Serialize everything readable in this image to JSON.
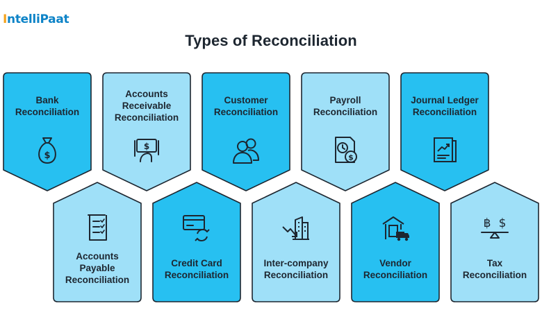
{
  "brand": {
    "logo_accent": "I",
    "logo_rest": "ntelliPaat"
  },
  "title": "Types of Reconciliation",
  "colors": {
    "dark_fill": "#27c0f1",
    "light_fill": "#9fe0f8",
    "stroke": "#1d2630"
  },
  "top_row": [
    {
      "label_lines": [
        "Bank",
        "Reconciliation"
      ],
      "icon": "money-bag-icon",
      "tone": "dark"
    },
    {
      "label_lines": [
        "Accounts",
        "Receivable",
        "Reconciliation"
      ],
      "icon": "cash-in-hand-icon",
      "tone": "light"
    },
    {
      "label_lines": [
        "Customer",
        "Reconciliation"
      ],
      "icon": "customers-icon",
      "tone": "dark"
    },
    {
      "label_lines": [
        "Payroll",
        "Reconciliation"
      ],
      "icon": "payroll-document-icon",
      "tone": "light"
    },
    {
      "label_lines": [
        "Journal Ledger",
        "Reconciliation"
      ],
      "icon": "ledger-chart-icon",
      "tone": "dark"
    }
  ],
  "bottom_row": [
    {
      "label_lines": [
        "Accounts",
        "Payable",
        "Reconciliation"
      ],
      "icon": "invoice-checklist-icon",
      "tone": "light"
    },
    {
      "label_lines": [
        "Credit Card",
        "Reconciliation"
      ],
      "icon": "credit-card-sync-icon",
      "tone": "dark"
    },
    {
      "label_lines": [
        "Inter-company",
        "Reconciliation"
      ],
      "icon": "company-decline-icon",
      "tone": "light"
    },
    {
      "label_lines": [
        "Vendor",
        "Reconciliation"
      ],
      "icon": "warehouse-truck-icon",
      "tone": "dark"
    },
    {
      "label_lines": [
        "Tax",
        "Reconciliation"
      ],
      "icon": "currency-balance-icon",
      "tone": "light"
    }
  ]
}
